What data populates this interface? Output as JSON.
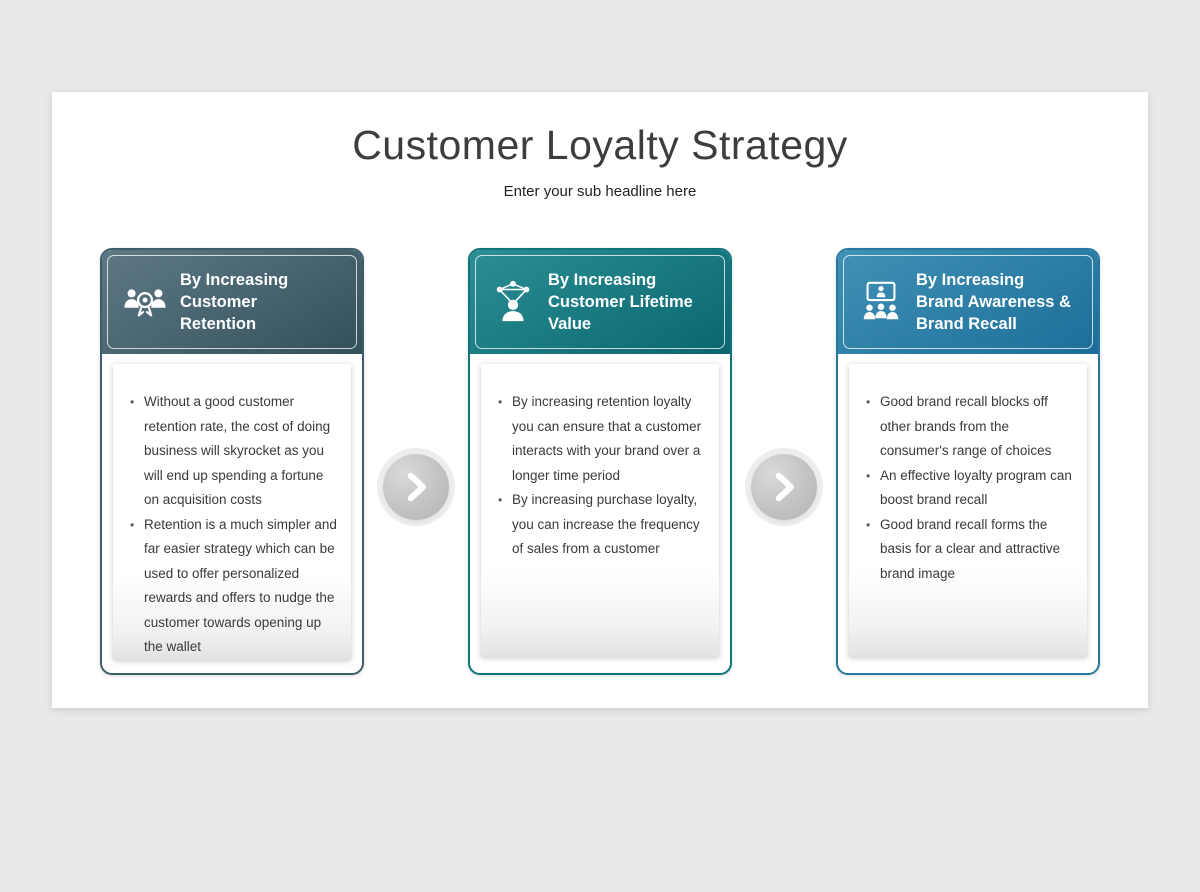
{
  "page": {
    "background": "#e9e9e9"
  },
  "slide": {
    "title": "Customer Loyalty Strategy",
    "subtitle": "Enter your sub headline here"
  },
  "cards": [
    {
      "title": "By Increasing\nCustomer\nRetention",
      "icon": "customer-retention-icon",
      "accent": "#3f5d68",
      "gradient": [
        "#5e7985",
        "#32505b"
      ],
      "bullets": [
        "Without a good customer retention rate, the cost of doing business will skyrocket as you will end up spending a fortune on acquisition costs",
        "Retention is a much simpler and far easier strategy which can be used to offer personalized rewards and offers to nudge the customer towards opening up the wallet"
      ]
    },
    {
      "title": "By Increasing\nCustomer Lifetime\nValue",
      "icon": "customer-lifetime-value-icon",
      "accent": "#0f747b",
      "gradient": [
        "#2b8f94",
        "#0a666e"
      ],
      "bullets": [
        "By increasing retention loyalty you can ensure that a customer interacts with your brand over a longer time period",
        "By increasing purchase loyalty, you can increase the frequency of sales from a customer"
      ]
    },
    {
      "title": "By Increasing\nBrand Awareness &\nBrand Recall",
      "icon": "brand-awareness-icon",
      "accent": "#2678a1",
      "gradient": [
        "#4191b6",
        "#1c6e99"
      ],
      "bullets": [
        "Good brand recall blocks off other brands from the consumer's range of choices",
        "An effective loyalty program can boost brand recall",
        "Good brand recall forms the basis for a clear and attractive brand image"
      ]
    }
  ],
  "arrow": {
    "direction": "right"
  }
}
